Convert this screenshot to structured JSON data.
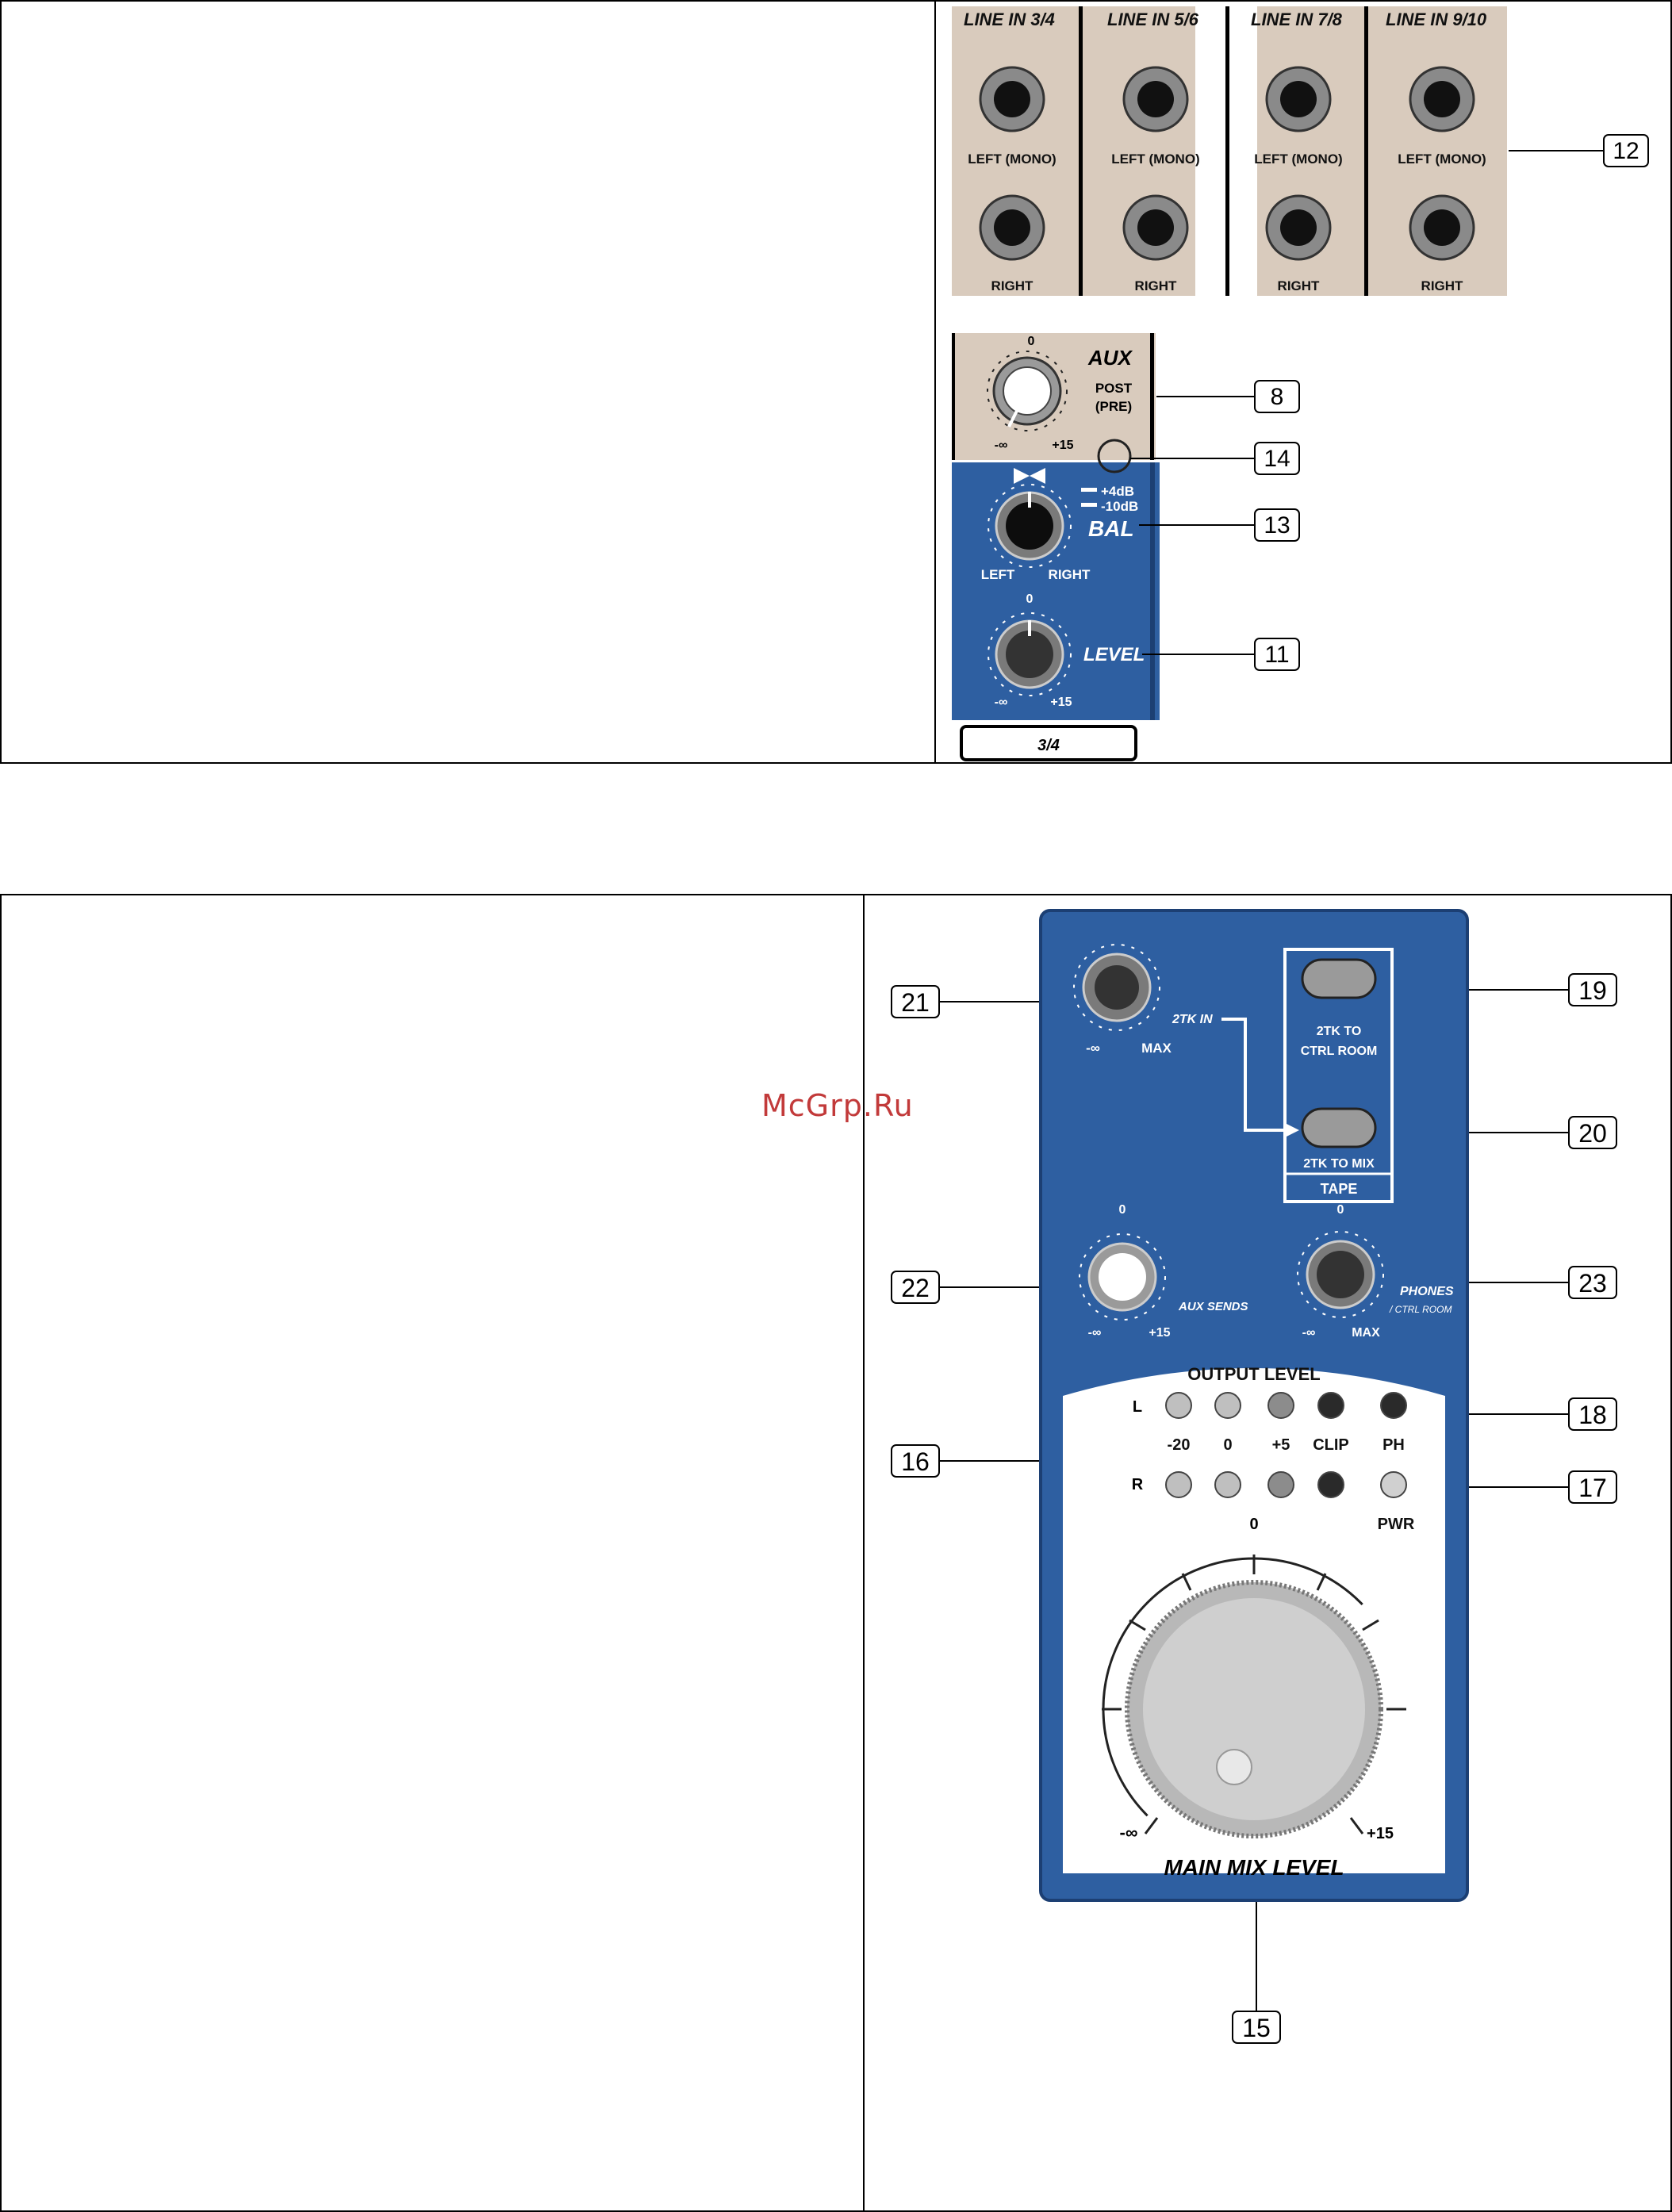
{
  "top_figure": {
    "line_inputs": [
      {
        "title": "LINE IN 3/4",
        "left_label": "LEFT (MONO)",
        "right_label": "RIGHT"
      },
      {
        "title": "LINE IN 5/6",
        "left_label": "LEFT (MONO)",
        "right_label": "RIGHT"
      },
      {
        "title": "LINE IN 7/8",
        "left_label": "LEFT (MONO)",
        "right_label": "RIGHT"
      },
      {
        "title": "LINE IN 9/10",
        "left_label": "LEFT (MONO)",
        "right_label": "RIGHT"
      }
    ],
    "aux": {
      "title": "AUX",
      "post": "POST",
      "pre": "(PRE)",
      "scale_top": "0",
      "scale_min": "-∞",
      "scale_max": "+15"
    },
    "bal": {
      "title": "BAL",
      "plus4": "+4dB",
      "minus10": "-10dB",
      "left": "LEFT",
      "right": "RIGHT"
    },
    "level": {
      "title": "LEVEL",
      "scale_top": "0",
      "scale_min": "-∞",
      "scale_max": "+15"
    },
    "channel_label": "3/4",
    "callouts": [
      "12",
      "8",
      "14",
      "13",
      "11"
    ]
  },
  "bottom_figure": {
    "knob21": {
      "min": "-∞",
      "max": "MAX"
    },
    "twotk_in": "2TK IN",
    "tape_buttons": {
      "ctrl_room": [
        "2TK TO",
        "CTRL ROOM"
      ],
      "mix": "2TK TO MIX",
      "tape": "TAPE"
    },
    "aux_sends": {
      "label": "AUX SENDS",
      "top": "0",
      "min": "-∞",
      "max": "+15"
    },
    "phones": {
      "label": "PHONES",
      "sub": "/ CTRL ROOM",
      "top": "0",
      "min": "-∞",
      "max": "MAX"
    },
    "output_level": "OUTPUT LEVEL",
    "meter_row_l": "L",
    "meter_row_r": "R",
    "meter_labels": [
      "-20",
      "0",
      "+5",
      "CLIP"
    ],
    "ph_label": "PH",
    "pwr_label": "PWR",
    "main_knob": {
      "top": "0",
      "min": "-∞",
      "max": "+15",
      "label": "MAIN MIX LEVEL"
    },
    "callouts": [
      "21",
      "19",
      "20",
      "22",
      "23",
      "18",
      "16",
      "17",
      "15"
    ]
  },
  "watermark": "McGrp.Ru",
  "colors": {
    "panel_blue": "#2e5fa1",
    "panel_beige": "#d9cbbd",
    "border": "#000000"
  }
}
